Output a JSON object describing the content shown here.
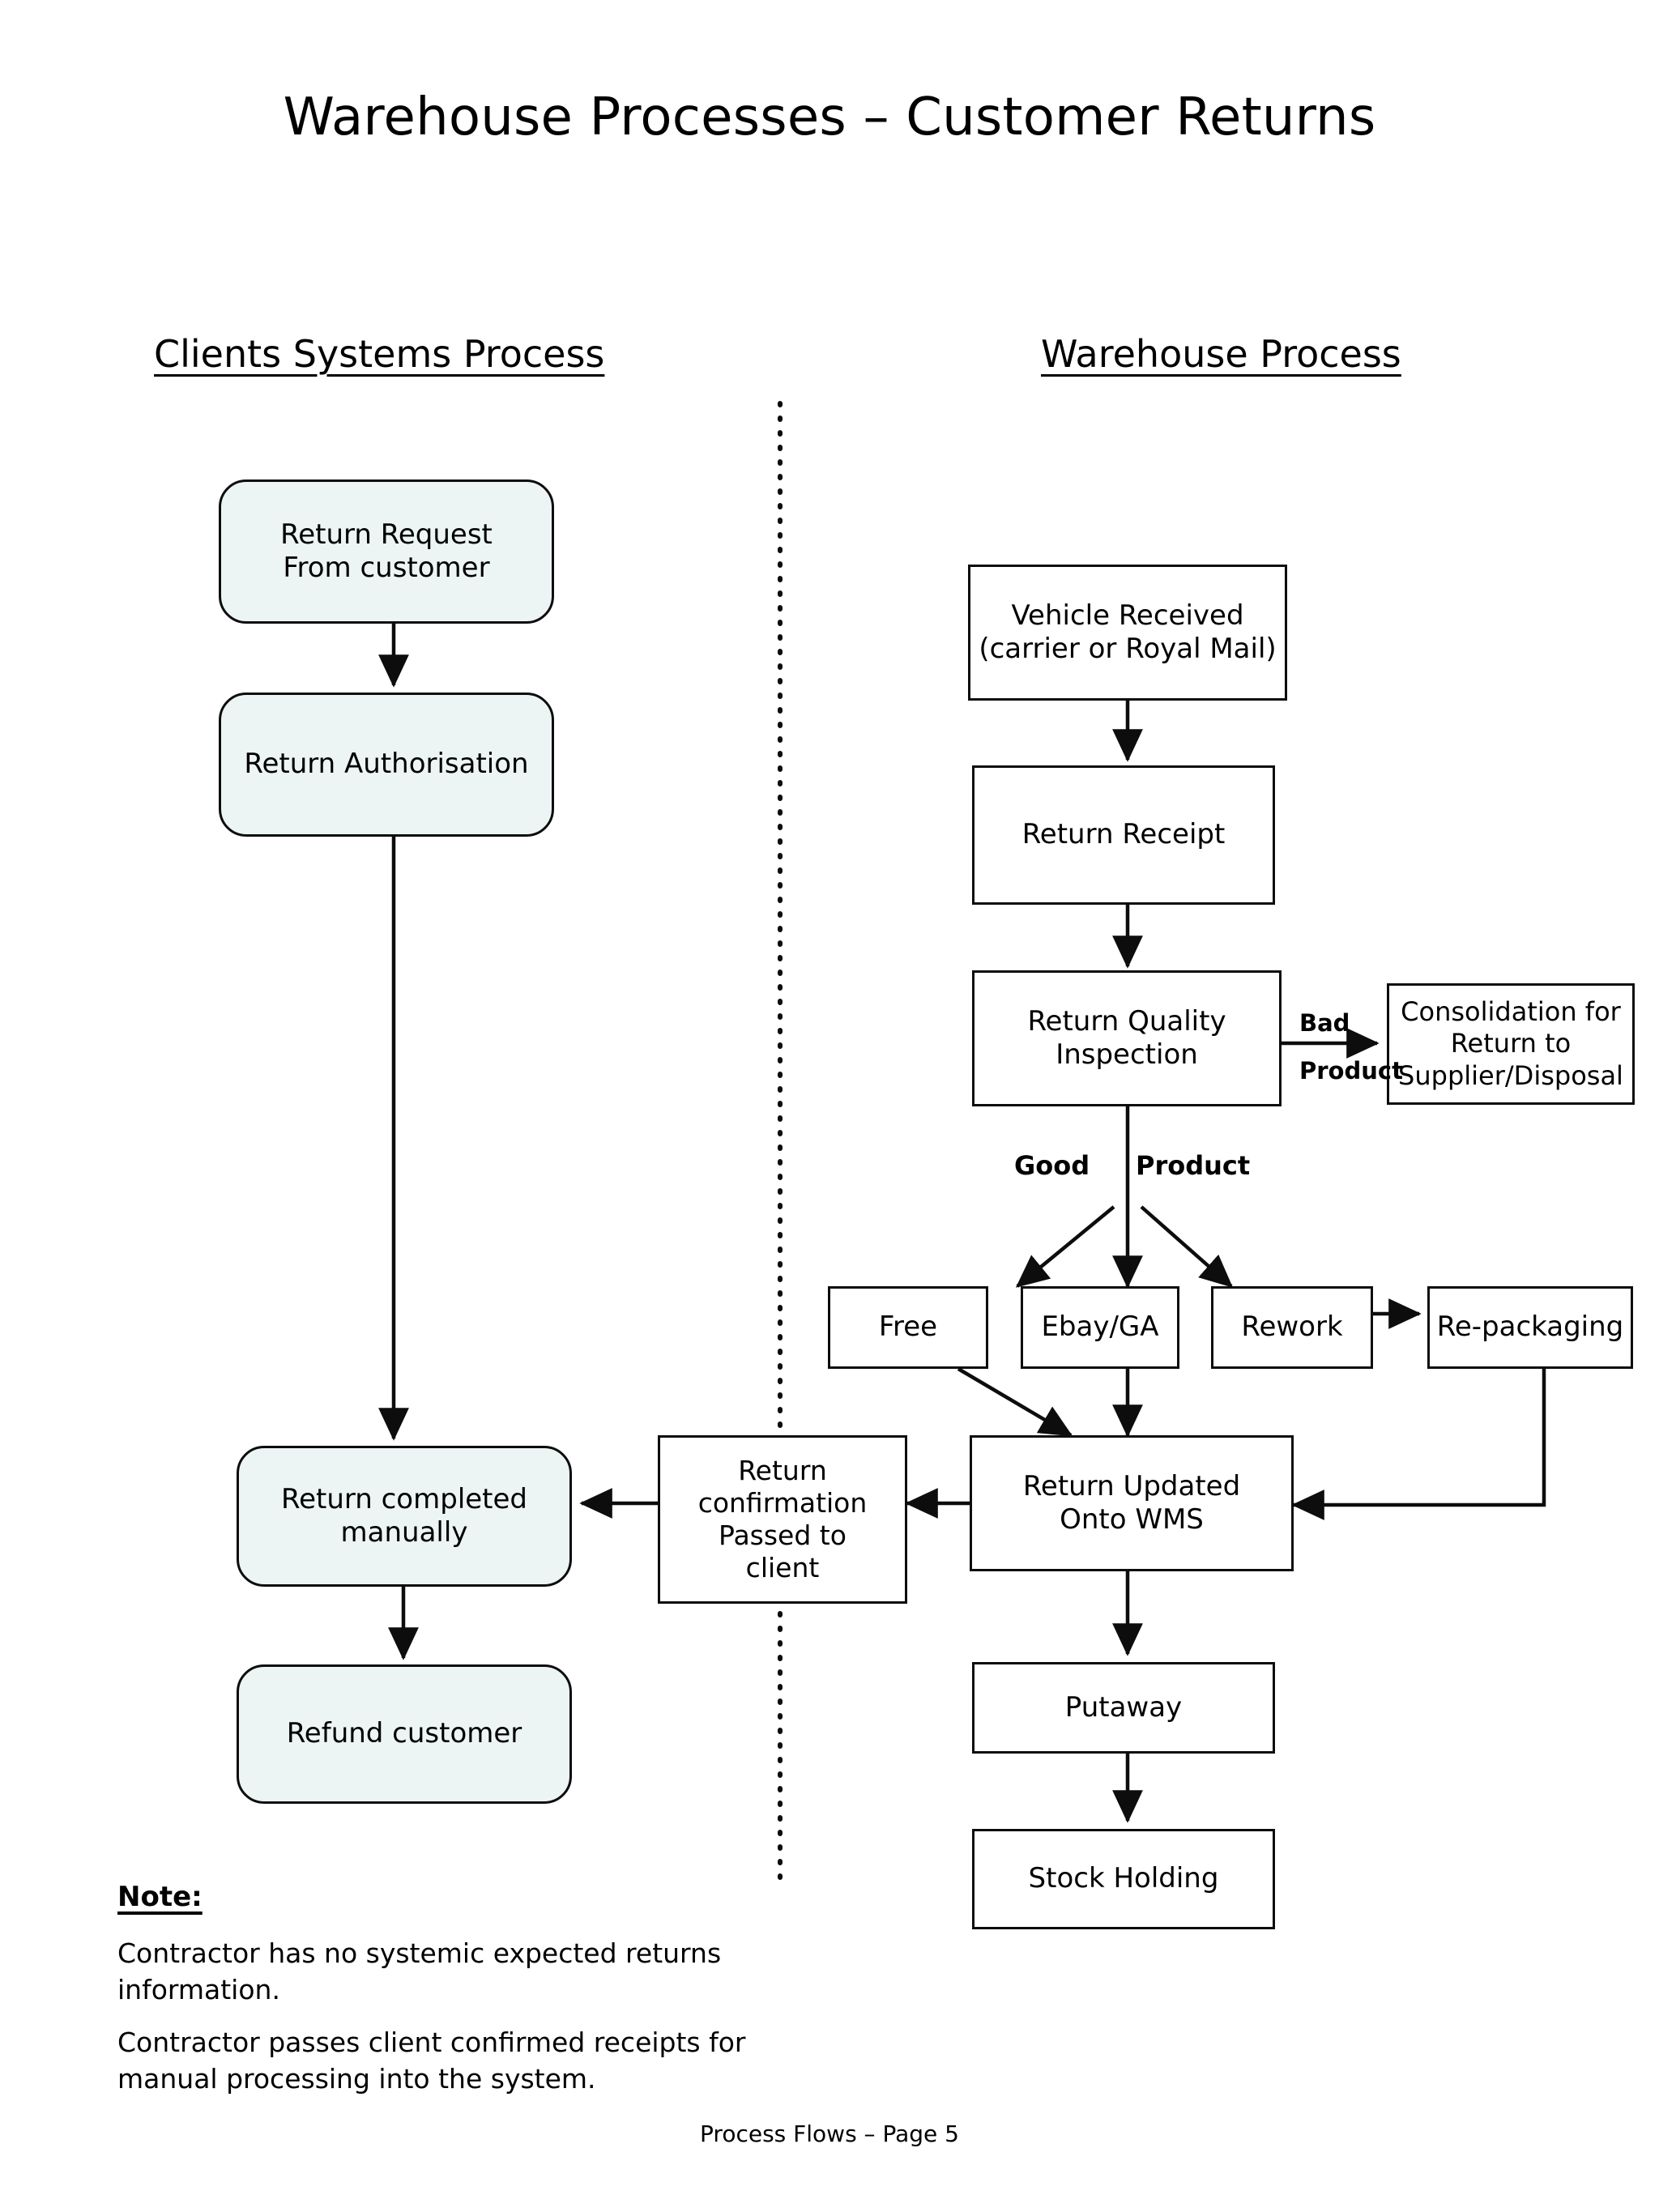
{
  "document": {
    "title": "Warehouse Processes – Customer Returns",
    "footer": "Process Flows – Page 5"
  },
  "columns": {
    "left_header": "Clients Systems Process",
    "right_header": "Warehouse Process"
  },
  "client_nodes": [
    {
      "id": "return-request",
      "label": "Return Request\nFrom customer"
    },
    {
      "id": "return-authorisation",
      "label": "Return Authorisation"
    },
    {
      "id": "return-completed-manually",
      "label": "Return completed\nmanually"
    },
    {
      "id": "refund-customer",
      "label": "Refund customer"
    }
  ],
  "warehouse_nodes": [
    {
      "id": "vehicle-received",
      "label": "Vehicle Received\n(carrier or Royal Mail)"
    },
    {
      "id": "return-receipt",
      "label": "Return Receipt"
    },
    {
      "id": "return-quality-inspection",
      "label": "Return Quality\nInspection"
    },
    {
      "id": "consolidation-return-supplier",
      "label": "Consolidation for\nReturn to\nSupplier/Disposal"
    },
    {
      "id": "free",
      "label": "Free"
    },
    {
      "id": "ebay-ga",
      "label": "Ebay/GA"
    },
    {
      "id": "rework",
      "label": "Rework"
    },
    {
      "id": "re-packaging",
      "label": "Re-packaging"
    },
    {
      "id": "return-confirmation-passed-to-client",
      "label": "Return\nconfirmation\nPassed to\nclient"
    },
    {
      "id": "return-updated-onto-wms",
      "label": "Return Updated\nOnto WMS"
    },
    {
      "id": "putaway",
      "label": "Putaway"
    },
    {
      "id": "stock-holding",
      "label": "Stock Holding"
    }
  ],
  "edge_labels": {
    "bad": "Bad",
    "product_right": "Product",
    "good": "Good",
    "product_down": "Product"
  },
  "note": {
    "heading": "Note:",
    "paragraph_1": "Contractor has no systemic expected returns information.",
    "paragraph_2": "Contractor passes client confirmed receipts for manual processing into the system."
  },
  "colors": {
    "soft_node_fill": "#ecf4f4",
    "stroke": "#0d0d0d",
    "background": "#ffffff"
  }
}
